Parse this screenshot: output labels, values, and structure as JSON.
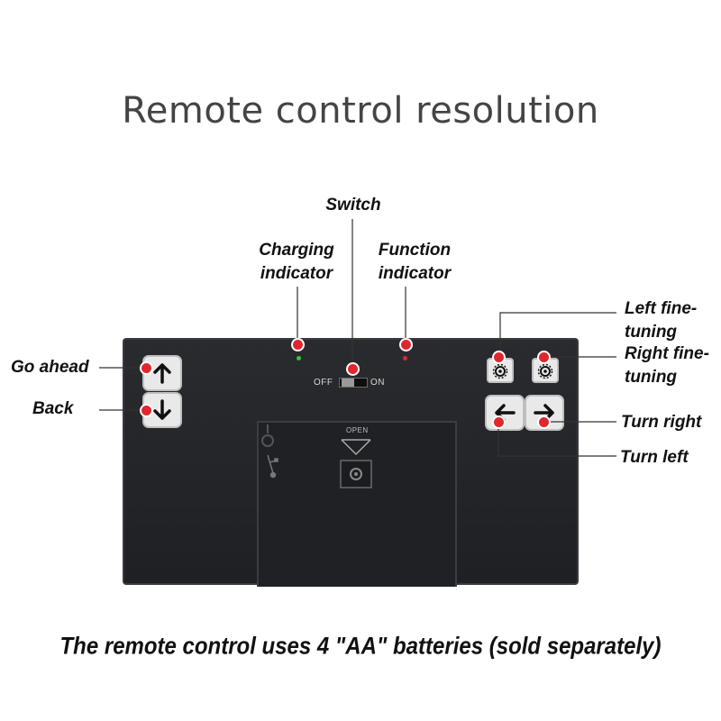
{
  "title": "Remote control resolution",
  "labels": {
    "switch": "Switch",
    "charging_line1": "Charging",
    "charging_line2": "indicator",
    "function_line1": "Function",
    "function_line2": "indicator",
    "go_ahead": "Go ahead",
    "back": "Back",
    "left_fine_line1": "Left fine-",
    "left_fine_line2": "tuning",
    "right_fine_line1": "Right fine-",
    "right_fine_line2": "tuning",
    "turn_right": "Turn right",
    "turn_left": "Turn left"
  },
  "remote": {
    "switch_off": "OFF",
    "switch_on": "ON",
    "open": "OPEN"
  },
  "colors": {
    "callout_dot": "#e0272d",
    "charging_led": "#2ecc40",
    "function_led": "#e0272d",
    "remote_body": "#232428"
  },
  "icons": {
    "forward": "arrow-up-icon",
    "back": "arrow-down-icon",
    "left": "arrow-left-icon",
    "right": "arrow-right-icon",
    "trim": "gear-icon",
    "usb": "usb-icon"
  },
  "footer": "The remote control uses 4 \"AA\" batteries (sold separately)"
}
